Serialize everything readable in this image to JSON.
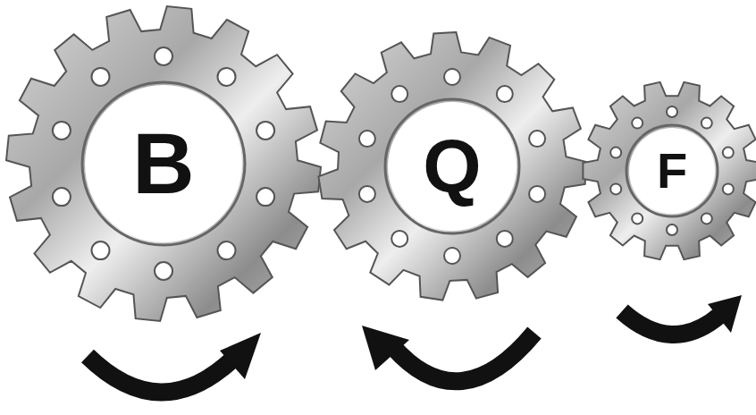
{
  "diagram": {
    "nodes": [
      {
        "text": [
          "B"
        ]
      },
      {
        "text": [
          "Q"
        ]
      },
      {
        "text": [
          "F"
        ]
      }
    ]
  }
}
